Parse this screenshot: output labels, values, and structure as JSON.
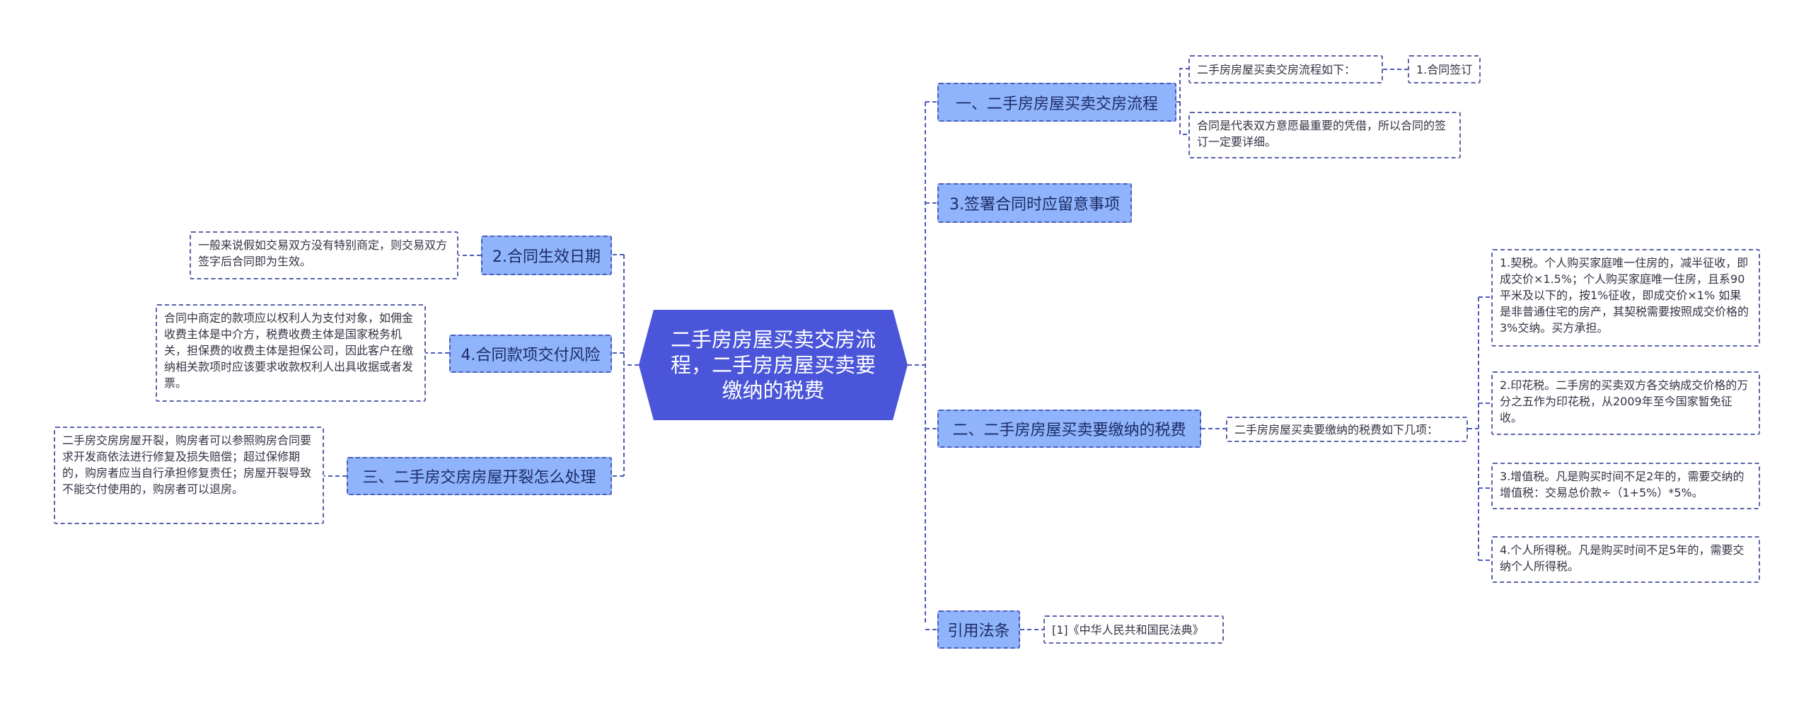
{
  "central": "二手房房屋买卖交房流程，二手房房屋买卖要缴纳的税费",
  "right": {
    "b1": {
      "label": "一、二手房房屋买卖交房流程",
      "sub": "二手房房屋买卖交房流程如下：",
      "sub_child": "1.合同签订",
      "note": "合同是代表双方意愿最重要的凭借，所以合同的签订一定要详细。"
    },
    "b2": {
      "label": "3.签署合同时应留意事项"
    },
    "b3": {
      "label": "二、二手房房屋买卖要缴纳的税费",
      "sub": "二手房房屋买卖要缴纳的税费如下几项：",
      "taxes": [
        "1.契税。个人购买家庭唯一住房的，减半征收，即成交价×1.5%；个人购买家庭唯一住房，且系90平米及以下的，按1%征收，即成交价×1% 如果是非普通住宅的房产，其契税需要按照成交价格的3%交纳。买方承担。",
        "2.印花税。二手房的买卖双方各交纳成交价格的万分之五作为印花税，从2009年至今国家暂免征收。",
        "3.增值税。凡是购买时间不足2年的，需要交纳的增值税：交易总价款÷（1+5%）*5%。",
        "4.个人所得税。凡是购买时间不足5年的，需要交纳个人所得税。"
      ]
    },
    "b4": {
      "label": "引用法条",
      "ref": "[1]《中华人民共和国民法典》"
    }
  },
  "left": {
    "b1": {
      "label": "2.合同生效日期",
      "note": "一般来说假如交易双方没有特别商定，则交易双方签字后合同即为生效。"
    },
    "b2": {
      "label": "4.合同款项交付风险",
      "note": "合同中商定的款项应以权利人为支付对象，如佣金收费主体是中介方，税费收费主体是国家税务机关，担保费的收费主体是担保公司，因此客户在缴纳相关款项时应该要求收款权利人出具收据或者发票。"
    },
    "b3": {
      "label": "三、二手房交房房屋开裂怎么处理",
      "note": "二手房交房房屋开裂，购房者可以参照购房合同要求开发商依法进行修复及损失赔偿；超过保修期的，购房者应当自行承担修复责任；房屋开裂导致不能交付使用的，购房者可以退房。"
    }
  },
  "colors": {
    "central": "#4a55d9",
    "branch": "#8fb4fb",
    "line": "#4d5bbd"
  }
}
